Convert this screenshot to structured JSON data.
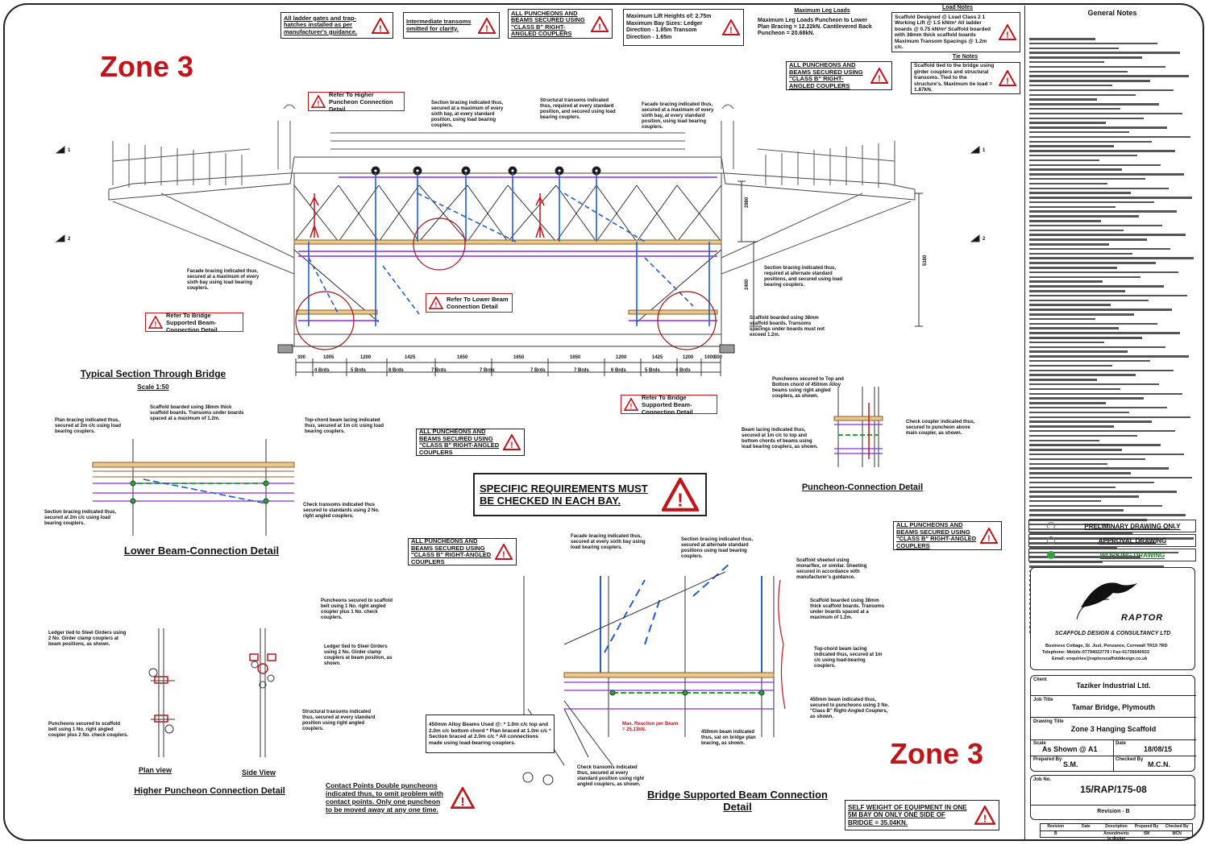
{
  "zones": {
    "top_left": "Zone 3",
    "bottom_right": "Zone 3"
  },
  "warnings": {
    "w1": "All ladder gates and trap-hatches installed as per manufacturer's guidance.",
    "w2": "Intermediate transoms omitted for clarity.",
    "w3": "ALL PUNCHEONS AND BEAMS SECURED USING \"CLASS B\" RIGHT-ANGLED COUPLERS",
    "w4": "Maximum Lift Heights of: 2.75m  Maximum Bay Sizes: Ledger Direction - 1.85m  Transom Direction - 1.65m",
    "w5": "ALL PUNCHEONS AND BEAMS SECURED USING \"CLASS B\" RIGHT-ANGLED COUPLERS",
    "w6": "ALL PUNCHEONS AND BEAMS SECURED USING \"CLASS B\" RIGHT-ANGLED COUPLERS",
    "w7": "ALL PUNCHEONS AND BEAMS SECURED USING \"CLASS B\" RIGHT-ANGLED COUPLERS",
    "w8": "ALL PUNCHEONS AND BEAMS SECURED USING \"CLASS B\" RIGHT-ANGLED COUPLERS",
    "specific": "SPECIFIC REQUIREMENTS MUST BE CHECKED IN EACH BAY.",
    "contact": "Contact Points Double puncheons indicated thus, to omit problem with contact points. Only one puncheon to be moved away at any one time.",
    "self_weight": "SELF WEIGHT OF EQUIPMENT IN ONE 5M BAY ON ONLY ONE SIDE OF BRIDGE = 35.04KN."
  },
  "notes": {
    "leg_loads_title": "Maximum Leg Loads",
    "leg_loads": "Maximum Leg Loads  Puncheon to Lower Plan Bracing = 12.22kN.  Cantilevered Back Puncheon = 20.68kN.",
    "load_notes_title": "Load Notes",
    "load_notes": "Scaffold Designed @ Load Class 2  1 Working Lift @ 1.5 kN/m²  All ladder boards @ 0.75 kN/m²  Scaffold boarded with 38mm thick scaffold boards  Maximum Transom Spacings @ 1.2m c/c.",
    "tie_notes_title": "Tie Notes",
    "tie_notes": "Scaffold tied to the bridge using girder couplers and structural transoms. Tied to the structure's. Maximum tie load = 1.87kN."
  },
  "refs": {
    "higher": "Refer To Higher Puncheon Connection Detail",
    "lower": "Refer To Lower Beam Connection Detail",
    "bridge1": "Refer To Bridge Supported Beam-Connection Detail",
    "bridge2": "Refer To Bridge Supported Beam-Connection Detail"
  },
  "annotations": {
    "a1": "Section bracing indicated thus, secured at a maximum of every sixth bay, at every standard position, using load bearing couplers.",
    "a2": "Structural transoms indicated thus, required at every standard position, and secured using load bearing couplers.",
    "a3": "Facade bracing indicated thus, secured at a maximum of every sixth bay, at every standard position, using load bearing couplers.",
    "a4": "Facade bracing indicated thus, secured at a maximum of every sixth bay using load bearing couplers.",
    "a5": "Section bracing indicated thus, required at alternate standard positions, and secured using load bearing couplers.",
    "a6": "Scaffold boarded using 38mm scaffold boards. Transoms spacings under boards must not exceed 1.2m.",
    "a7": "Scaffold boarded using 38mm thick scaffold boards. Transoms under boards spaced at a maximum of 1.2m.",
    "a8": "Top-chord beam lacing indicated thus, secured at 1m c/c using load bearing couplers.",
    "a9": "Plan bracing indicated thus, secured at 2m c/c using load bearing couplers.",
    "a10": "Section bracing indicated thus, secured at 2m c/c using load bearing couplers.",
    "a11": "Check transoms indicated thus secured to standards using 2 No. right angled couplers.",
    "a12": "Puncheons secured to Top and Bottom chord of 450mm Alloy beams using right angled couplers, as shown.",
    "a13": "Beam lacing indicated thus, secured at 1m c/c to top and bottom chords of beams using load bearing couplers, as shown.",
    "a14": "Check coupler indicated thus, secured to puncheon above main coupler, as shown.",
    "a15": "Ledger tied to Steel Girders using 2 No. Girder clamp couplers at beam positions, as shown.",
    "a16": "Puncheons secured to scaffold belt using 1 No. right angled coupler plus 2 No. check couplers.",
    "a17": "Puncheons secured to scaffold belt using 1 No. right angled coupler plus 1 No. check couplers.",
    "a18": "Ledger tied to Steel Girders using 2 No. Girder clamp couplers at beam position, as shown.",
    "a19": "Structural transoms indicated thus, secured at every standard position using right angled couplers.",
    "a20": "Facade bracing indicated thus, secured at every sixth bay using load bearing couplers.",
    "a21": "Section bracing indicated thus, secured at alternate standard positions using load bearing couplers.",
    "a22": "Scaffold sheeted using monarflex, or similar. Sheeting secured in accordance with manufacturer's guidance.",
    "a23": "Scaffold boarded using 38mm thick scaffold boards. Transoms under boards spaced at a maximum of 1.2m.",
    "a24": "Top-chord beam lacing indicated thus, secured at 1m c/c using load-bearing couplers.",
    "a25": "450mm beam indicated thus, secured to puncheons using 2 No. \"Class B\" Right-Angled Couplers, as shown.",
    "a26": "Check transoms indicated thus, secured at every standard position using right angled couplers, as shown.",
    "a27": "450mm beam indicated thus, sat on bridge plan bracing, as shown.",
    "alloy_beam": "450mm Alloy Beams Used @: * 1.0m c/c top and 2.0m c/c bottom chord * Plan braced at 1.0m c/c * Section braced at 2.0m c/c * All connections made using load-bearing couplers.",
    "max_reaction": "Max. Reaction per Beam = 25.13kN."
  },
  "titles": {
    "section": "Typical Section Through Bridge",
    "section_scale": "Scale 1:50",
    "lower": "Lower Beam-Connection Detail",
    "puncheon": "Puncheon-Connection Detail",
    "higher": "Higher Puncheon Connection Detail",
    "plan_view": "Plan view",
    "side_view": "Side View",
    "bridge": "Bridge Supported Beam Connection Detail"
  },
  "dimensions": {
    "spans": [
      "300",
      "1005",
      "1200",
      "1425",
      "1650",
      "1650",
      "1650",
      "1200",
      "1425",
      "1200",
      "1000",
      "300"
    ],
    "boards": [
      "4 Brds",
      "5 Brds",
      "8 Brds",
      "7 Brds",
      "7 Brds",
      "7 Brds",
      "7 Brds",
      "6 Brds",
      "5 Brds",
      "4 Brds"
    ],
    "verticals": [
      "2980",
      "2400",
      "5180"
    ],
    "section_marks": [
      "1",
      "2",
      "1",
      "2"
    ]
  },
  "general_notes": {
    "title": "General Notes",
    "line_count": 128
  },
  "status": {
    "preliminary": "PRELIMINARY DRAWING ONLY",
    "approval": "APPROVAL DRAWING",
    "working": "WORKING DRAWING",
    "active_color": "#22aa33"
  },
  "company": {
    "logo_text": "RAPTOR",
    "name": "SCAFFOLD DESIGN & CONSULTANCY LTD",
    "address": "Business Cottage, St. Just, Penzance, Cornwall TR19 7RD",
    "phone": "Telephone: Mobile-07794022779 / Fax-01736040933",
    "email": "Email: enquiries@raptorscaffolddesign.co.uk"
  },
  "title_block": {
    "client_label": "Client",
    "client": "Taziker Industrial Ltd.",
    "job_title_label": "Job Title",
    "job_title": "Tamar Bridge, Plymouth",
    "drawing_title_label": "Drawing Title",
    "drawing_title": "Zone 3 Hanging Scaffold",
    "scale_label": "Scale",
    "scale": "As Shown @ A1",
    "date_label": "Date",
    "date": "18/08/15",
    "prepared_label": "Prepared By",
    "prepared": "S.M.",
    "checked_label": "Checked By",
    "checked": "M.C.N.",
    "job_no_label": "Job No.",
    "drawing_no": "15/RAP/175-08",
    "revision": "Revision - B",
    "rev_headers": [
      "Revision",
      "Date",
      "Description",
      "Prepared By",
      "Checked By"
    ],
    "rev_row": [
      "B",
      "",
      "Amendments to design",
      "SM",
      "MCN"
    ]
  }
}
